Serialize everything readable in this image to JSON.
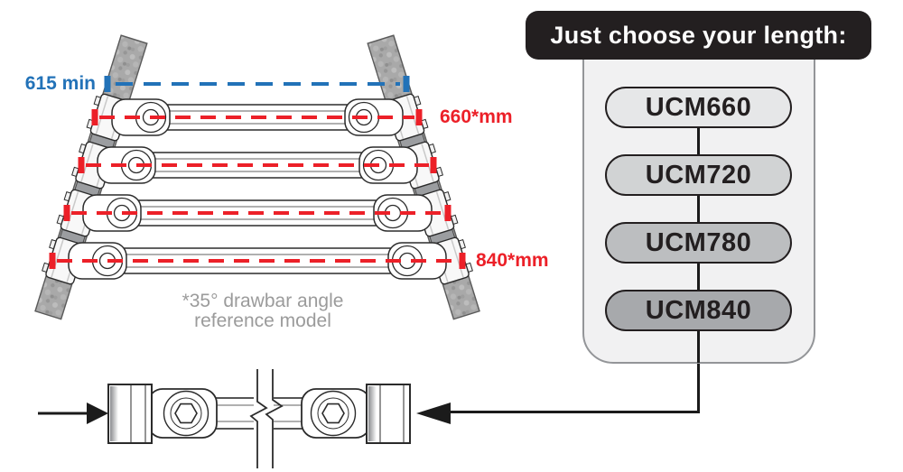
{
  "header": {
    "title": "Just choose your length:"
  },
  "options": [
    {
      "label": "UCM660",
      "fill": "#e6e7e8"
    },
    {
      "label": "UCM720",
      "fill": "#d1d3d4"
    },
    {
      "label": "UCM780",
      "fill": "#bcbec0"
    },
    {
      "label": "UCM840",
      "fill": "#a7a9ac"
    }
  ],
  "measurements": {
    "min_extension": "615 min",
    "length_top": "660*mm",
    "length_bottom": "840*mm"
  },
  "footnote": {
    "line1": "*35° drawbar angle",
    "line2": "reference model"
  },
  "colors": {
    "accent_red": "#ec2028",
    "accent_blue": "#2272b8",
    "header_bg": "#231f20",
    "panel_bg": "#f1f1f2",
    "note_gray": "#9b9b9b"
  }
}
